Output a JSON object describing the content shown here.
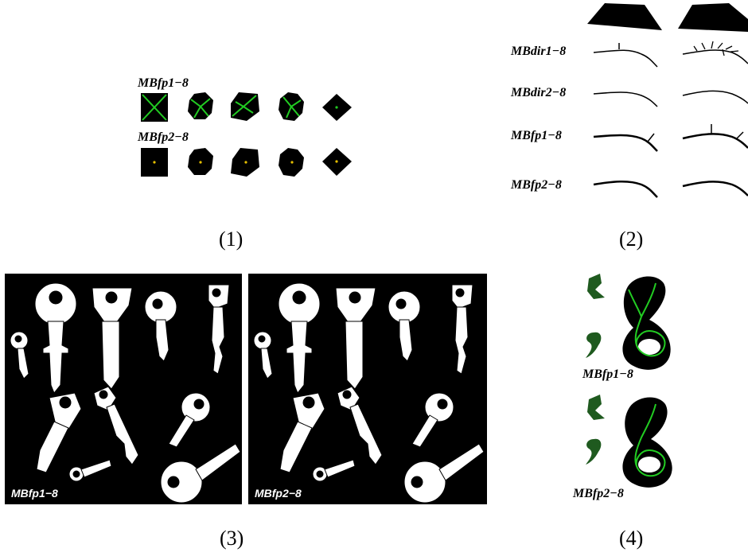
{
  "panel1": {
    "row_labels": [
      "MBfp1−8",
      "MBfp2−8"
    ],
    "caption": "(1)"
  },
  "panel2": {
    "row_labels": [
      "MBdir1−8",
      "MBdir2−8",
      "MBfp1−8",
      "MBfp2−8"
    ],
    "caption": "(2)"
  },
  "panel3": {
    "labels": [
      "MBfp1−8",
      "MBfp2−8"
    ],
    "caption": "(3)"
  },
  "panel4": {
    "labels": [
      "MBfp1−8",
      "MBfp2−8"
    ],
    "caption": "(4)"
  },
  "colors": {
    "skeleton": "#22cc22",
    "shape": "#000000",
    "background": "#ffffff",
    "key_shape": "#ffffff",
    "key_background": "#000000",
    "blob": "#1f5a1f"
  }
}
